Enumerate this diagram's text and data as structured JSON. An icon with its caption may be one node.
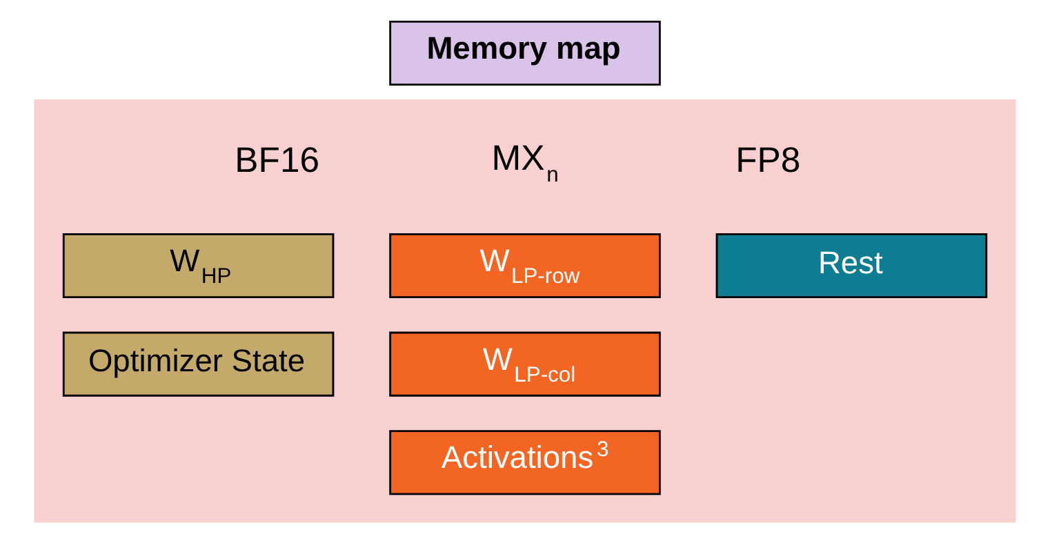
{
  "diagram": {
    "nodes": [
      {
        "text": [
          "Memory map"
        ]
      },
      {
        "text": [],
        "shape": "box"
      },
      {
        "text": [
          "W$_{HP}$"
        ],
        "in": 1
      },
      {
        "text": [
          "Optimizer State"
        ],
        "in": 1
      },
      {
        "text": [
          "W$_{LP-row}$"
        ],
        "in": 1
      },
      {
        "text": [
          "W$_{LP-col}$"
        ],
        "in": 1
      },
      {
        "text": [
          "Activations$^{3}$"
        ],
        "in": 1
      },
      {
        "text": [
          "Rest"
        ],
        "in": 1
      }
    ],
    "labels": [
      "BF16",
      "MX$_{n}$",
      "FP8"
    ]
  }
}
